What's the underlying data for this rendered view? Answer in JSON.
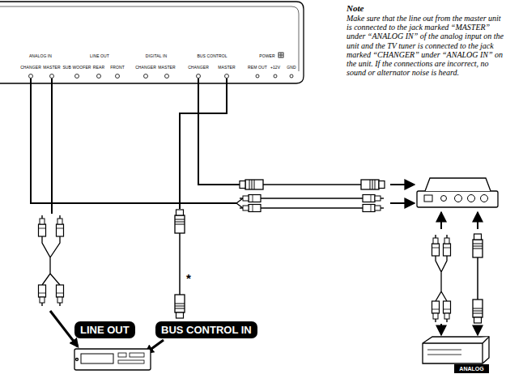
{
  "diagram": {
    "nodes": [
      {
        "text": [
          "ANALOG IN",
          "CHANGER",
          "MASTER",
          "LINE OUT",
          "SUB WOOFER",
          "REAR",
          "FRONT",
          "DIGITAL IN",
          "CHANGER",
          "MASTER",
          "BUS CONTROL",
          "CHANGER",
          "MASTER",
          "POWER",
          "REM OUT",
          "+12V",
          "GND"
        ]
      },
      {
        "text": [
          "LINE OUT"
        ]
      },
      {
        "text": [
          "BUS CONTROL IN"
        ]
      },
      {
        "text": [
          "ANALOG"
        ]
      }
    ],
    "labels": [
      "Note",
      "Make sure that the line out from the master unit is connected to the jack marked “MASTER” under “ANALOG IN” of the analog input on the unit and the TV tuner is connected to the jack marked “CHANGER” under “ANALOG IN” on the unit. If the connections are incorrect, no sound or alternator noise is heard.",
      "*"
    ]
  }
}
